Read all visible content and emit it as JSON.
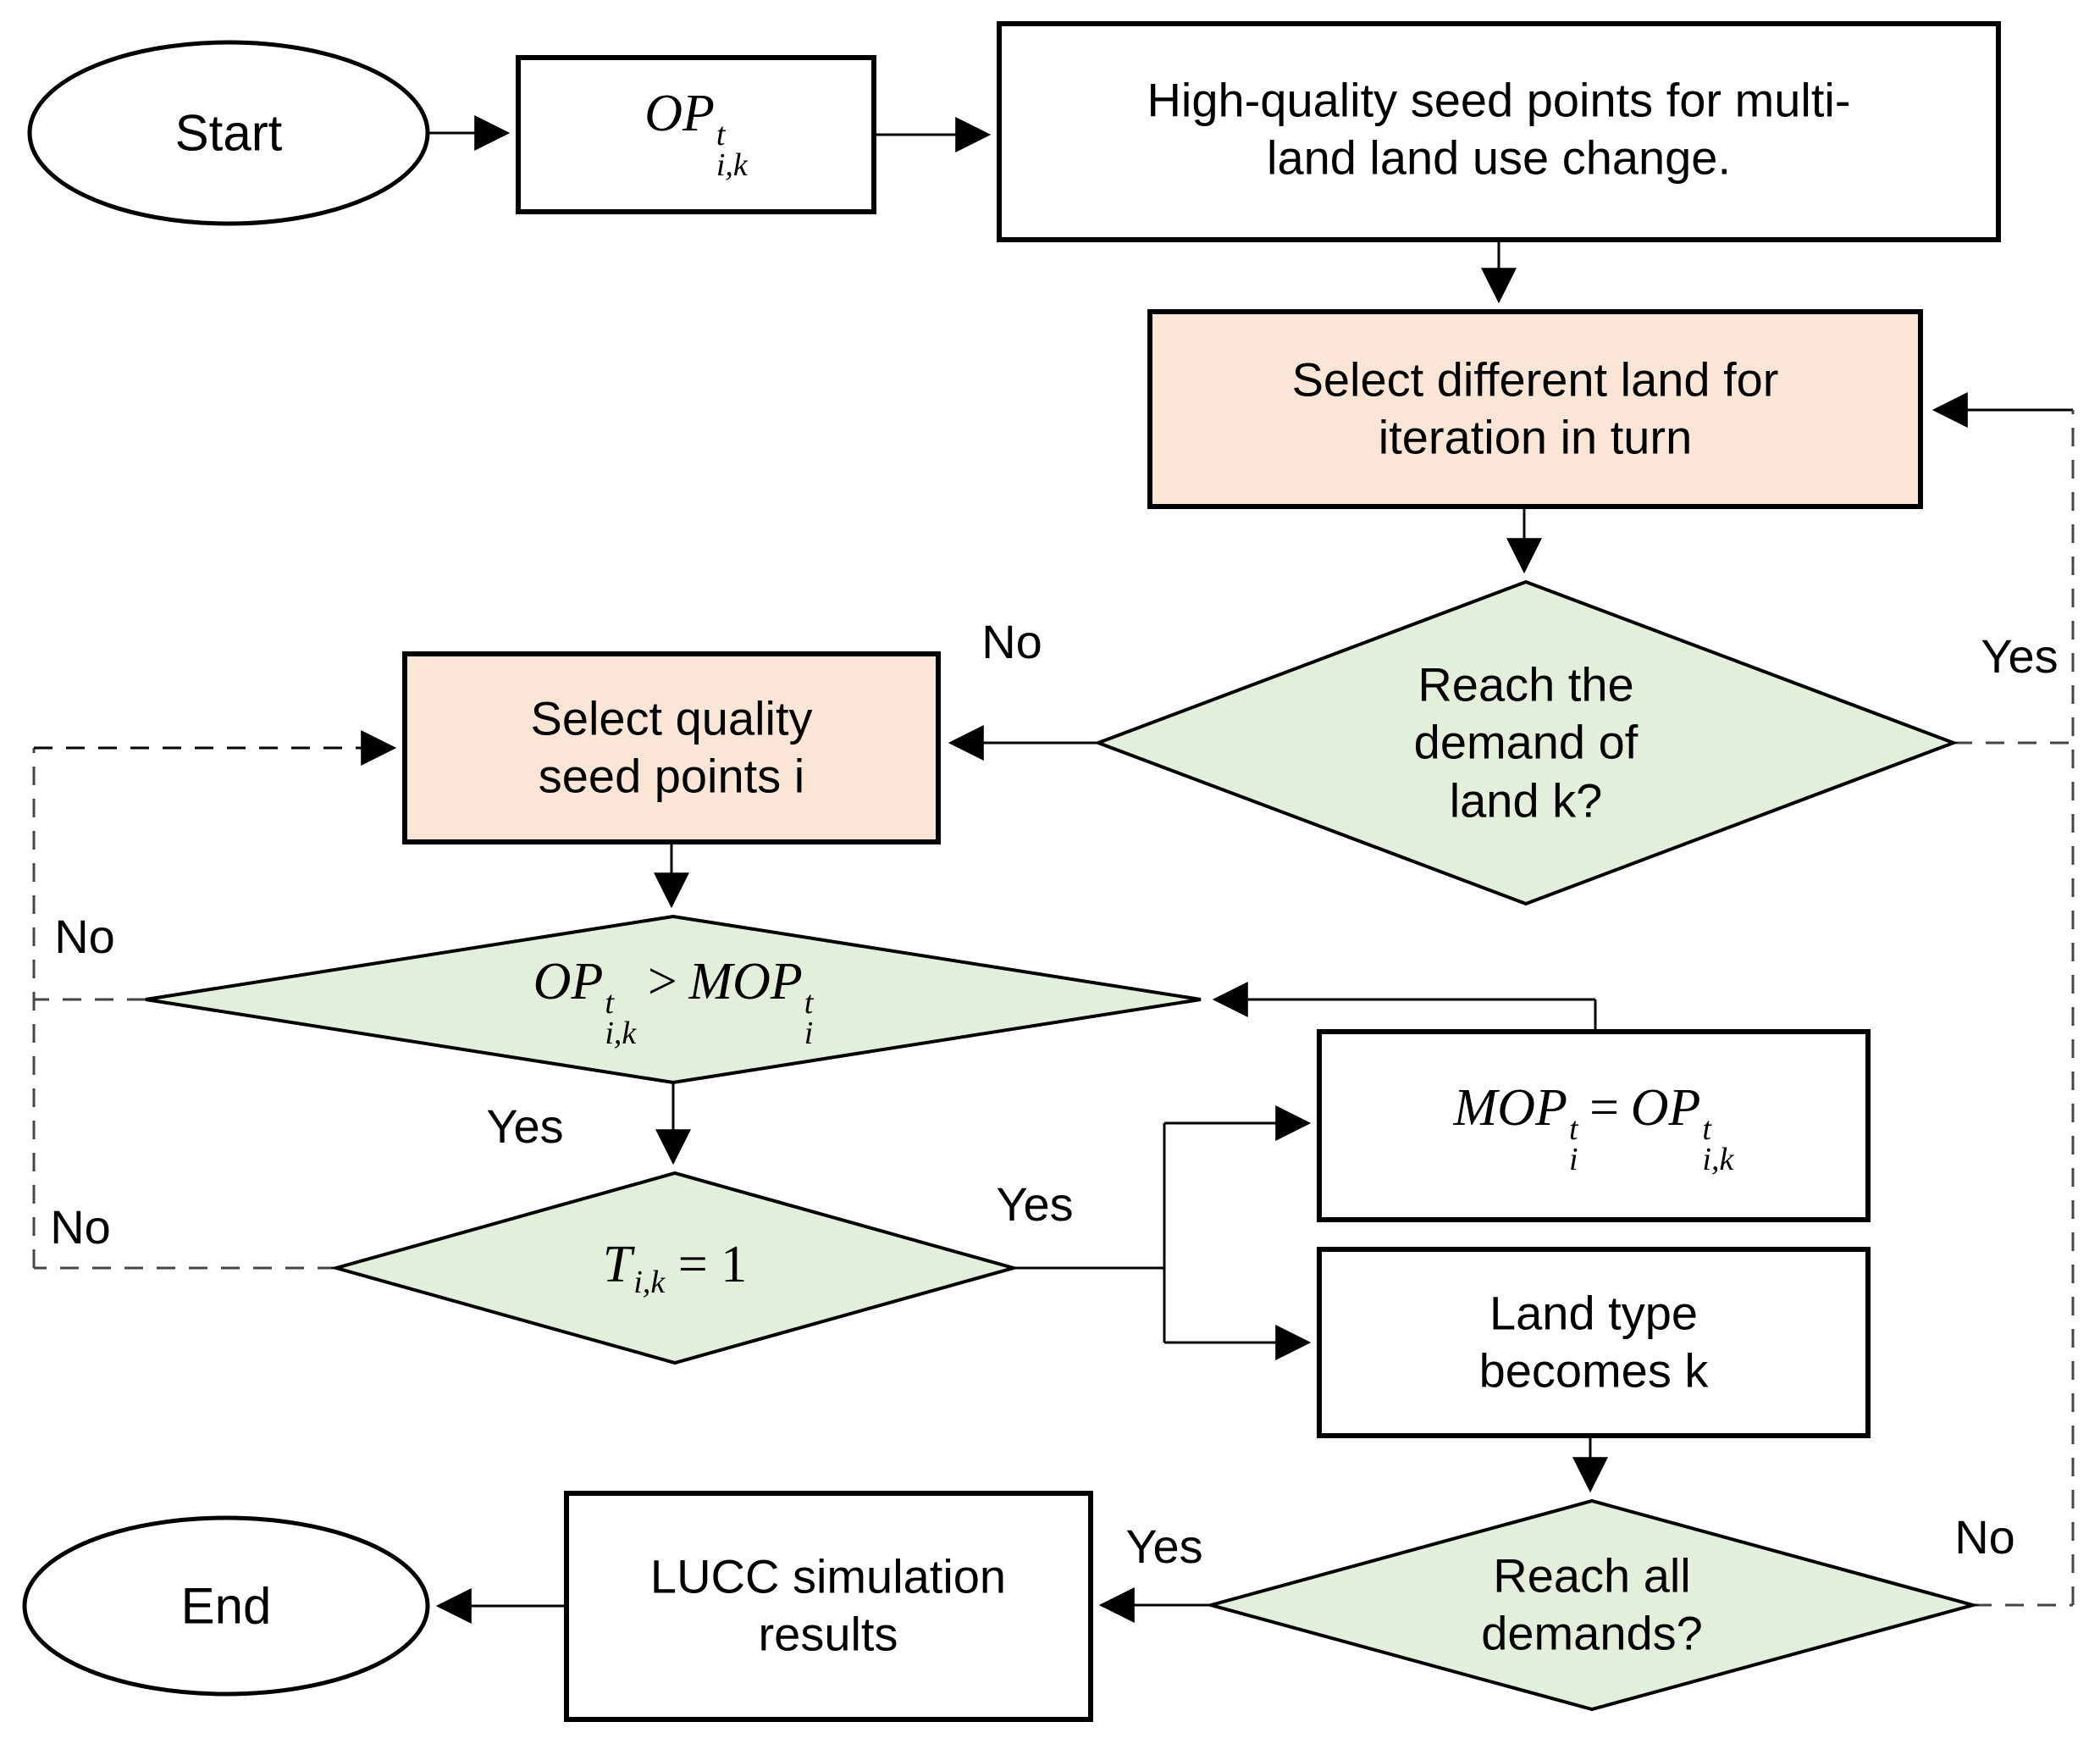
{
  "title": "LUCC simulation flowchart",
  "colors": {
    "process_fill_peach": "#FBE5D6",
    "decision_fill_green": "#E2EFDA",
    "terminal_fill": "#FFFFFF",
    "io_fill": "#FFFFFF",
    "stroke": "#000000",
    "background": "#FFFFFF"
  },
  "nodes": {
    "start": {
      "label": "Start"
    },
    "op": {
      "base": "OP",
      "sup": "t",
      "sub": "i,k"
    },
    "hq": {
      "label": "High-quality seed points for multi-land land use change.",
      "lines": [
        "High-quality seed points for multi-",
        "land land use change."
      ]
    },
    "select_land": {
      "label": "Select different land for iteration in turn",
      "lines": [
        "Select different land for",
        "iteration in turn"
      ]
    },
    "reach_demand": {
      "label": "Reach the demand of land k?",
      "lines": [
        "Reach the",
        "demand of",
        "land k?"
      ]
    },
    "select_seed": {
      "label": "Select quality seed points i",
      "lines": [
        "Select quality",
        "seed points i"
      ]
    },
    "op_gt_mop": {
      "left": {
        "base": "OP",
        "sup": "t",
        "sub": "i,k"
      },
      "op": ">",
      "right": {
        "base": "MOP",
        "sup": "t",
        "sub": "i"
      }
    },
    "t_eq_1": {
      "base": "T",
      "sub": "i,k",
      "rest": "= 1"
    },
    "mop_assign": {
      "left": {
        "base": "MOP",
        "sup": "t",
        "sub": "i"
      },
      "op": "=",
      "right": {
        "base": "OP",
        "sup": "t",
        "sub": "i,k"
      }
    },
    "land_type": {
      "label": "Land type becomes k",
      "lines": [
        "Land type",
        "becomes k"
      ]
    },
    "reach_all": {
      "label": "Reach all demands?",
      "lines": [
        "Reach all",
        "demands?"
      ]
    },
    "lucc": {
      "label": "LUCC simulation results",
      "lines": [
        "LUCC simulation",
        "results"
      ]
    },
    "end": {
      "label": "End"
    }
  },
  "edge_labels": {
    "yes_reach_demand": "Yes",
    "no_reach_demand": "No",
    "yes_op_gt_mop": "Yes",
    "no_op_gt_mop": "No",
    "yes_t": "Yes",
    "no_t": "No",
    "yes_reach_all": "Yes",
    "no_reach_all": "No"
  }
}
